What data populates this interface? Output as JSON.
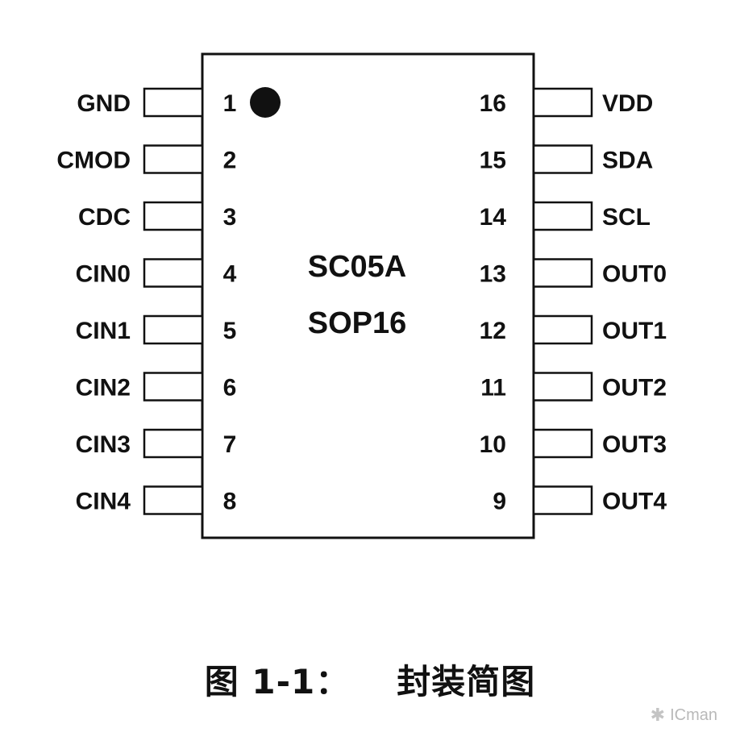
{
  "chip": {
    "part_number": "SC05A",
    "package": "SOP16"
  },
  "pins_left": [
    {
      "num": "1",
      "label": "GND"
    },
    {
      "num": "2",
      "label": "CMOD"
    },
    {
      "num": "3",
      "label": "CDC"
    },
    {
      "num": "4",
      "label": "CIN0"
    },
    {
      "num": "5",
      "label": "CIN1"
    },
    {
      "num": "6",
      "label": "CIN2"
    },
    {
      "num": "7",
      "label": "CIN3"
    },
    {
      "num": "8",
      "label": "CIN4"
    }
  ],
  "pins_right": [
    {
      "num": "16",
      "label": "VDD"
    },
    {
      "num": "15",
      "label": "SDA"
    },
    {
      "num": "14",
      "label": "SCL"
    },
    {
      "num": "13",
      "label": "OUT0"
    },
    {
      "num": "12",
      "label": "OUT1"
    },
    {
      "num": "11",
      "label": "OUT2"
    },
    {
      "num": "10",
      "label": "OUT3"
    },
    {
      "num": "9",
      "label": "OUT4"
    }
  ],
  "caption": {
    "figure": "图 1-1：",
    "title": "封装简图"
  },
  "watermark": {
    "text": "ICman",
    "icon": "wechat-icon"
  }
}
